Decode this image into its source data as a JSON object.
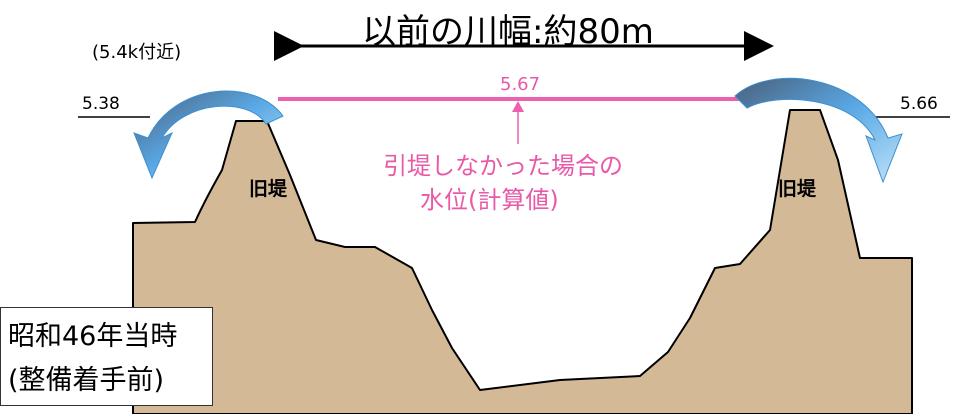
{
  "title": "以前の川幅:約80m",
  "location": "(5.4k付近)",
  "levels": {
    "left_bank": "5.38",
    "right_bank": "5.66",
    "water": "5.67"
  },
  "note": {
    "line1": "引堤しなかった場合の",
    "line2": "水位(計算値)"
  },
  "levee_label_left": "旧堤",
  "levee_label_right": "旧堤",
  "era": {
    "line1": "昭和46年当時",
    "line2": "(整備着手前)"
  },
  "colors": {
    "ground": "#d4b996",
    "water_line": "#ee5fb0",
    "overflow_arrow": "#5aa9e6"
  }
}
